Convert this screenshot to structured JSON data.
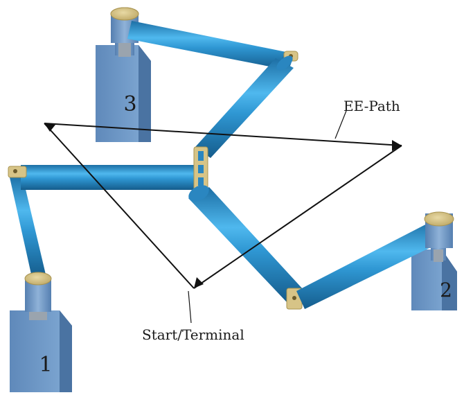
{
  "labels": {
    "base_1": "1",
    "base_2": "2",
    "base_3": "3",
    "ee_path": "EE-Path",
    "start_terminal": "Start/Terminal"
  },
  "colors": {
    "block": "#6e99c9",
    "block_dark": "#4f79a8",
    "link": "#2f97d3",
    "link_dark": "#1c6ea4",
    "cap": "#d7c487",
    "cap_dark": "#b09c5c",
    "path": "#111111"
  }
}
